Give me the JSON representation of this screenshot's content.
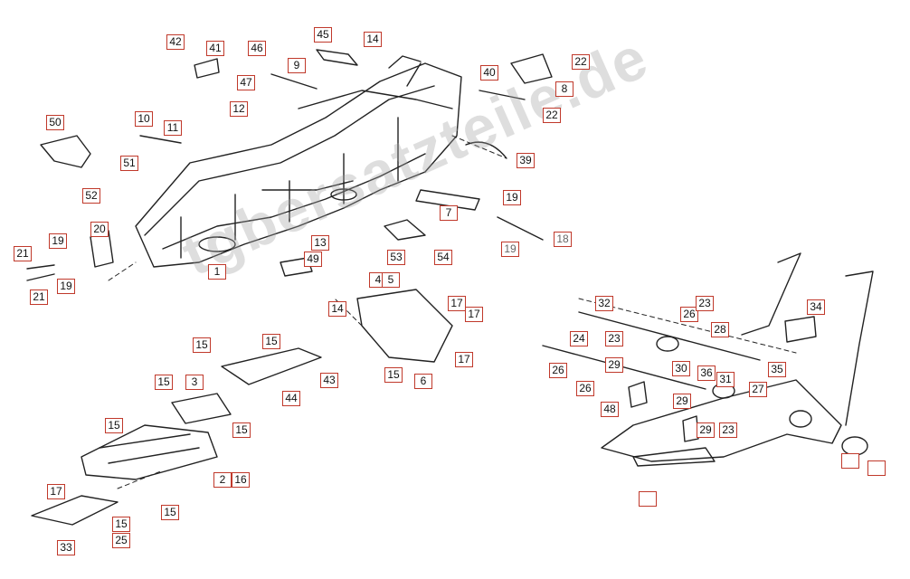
{
  "watermark": "tgbersatzteile.de",
  "colors": {
    "callout_border": "#c0392b",
    "line": "#222222",
    "watermark": "#a0a0a0"
  },
  "callouts": [
    "42",
    "41",
    "46",
    "45",
    "14",
    "9",
    "47",
    "12",
    "10",
    "11",
    "50",
    "51",
    "52",
    "20",
    "19",
    "21",
    "19",
    "21",
    "1",
    "13",
    "49",
    "40",
    "22",
    "8",
    "22",
    "39",
    "7",
    "19",
    "18",
    "19",
    "53",
    "54",
    "4",
    "5",
    "14",
    "17",
    "17",
    "17",
    "15",
    "6",
    "15",
    "15",
    "43",
    "44",
    "15",
    "3",
    "15",
    "15",
    "2",
    "16",
    "17",
    "15",
    "15",
    "25",
    "33",
    "32",
    "26",
    "23",
    "28",
    "34",
    "23",
    "24",
    "29",
    "30",
    "31",
    "35",
    "36",
    "27",
    "26",
    "26",
    "29",
    "48",
    "29",
    "23"
  ]
}
